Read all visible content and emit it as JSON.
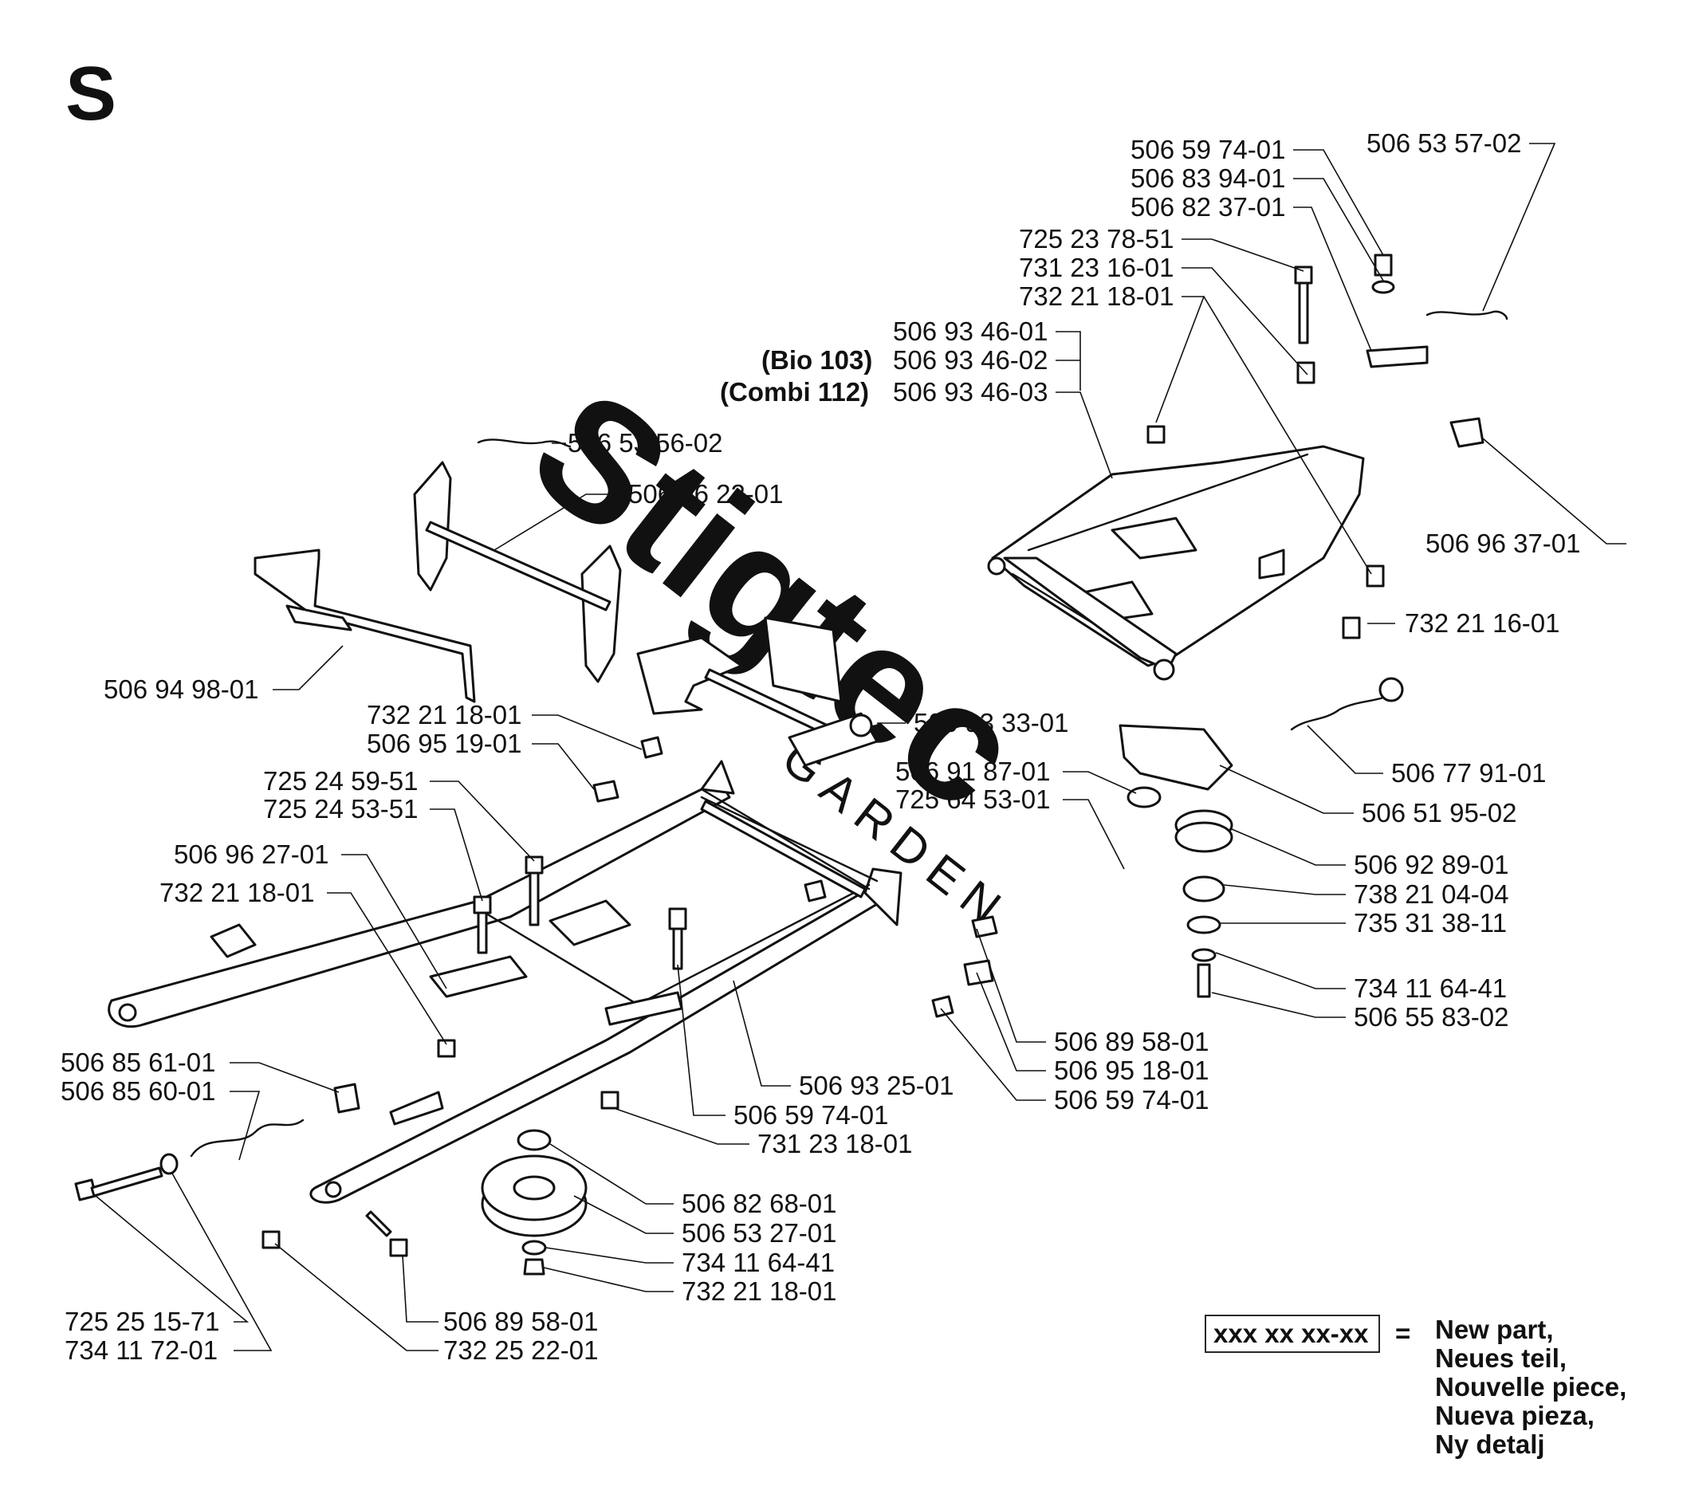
{
  "section_letter": "S",
  "watermark": {
    "brand": "Stigtec",
    "sub": "GARDEN"
  },
  "labels": [
    "506 59 74-01",
    "506 83 94-01",
    "506 82 37-01",
    "506 53 57-02",
    "725 23 78-51",
    "731 23 16-01",
    "732 21 18-01",
    "506 93 46-01",
    "506 93 46-02",
    "506 93 46-03",
    "506 53 56-02",
    "506 96 22-01",
    "506 96 37-01",
    "732 21 16-01",
    "506 94 98-01",
    "506 93 33-01",
    "732 21 18-01",
    "506 95 19-01",
    "506 77 91-01",
    "506 91 87-01",
    "725 64 53-01",
    "506 51 95-02",
    "725 24 59-51",
    "725 24 53-51",
    "506 96 27-01",
    "732 21 18-01",
    "506 92 89-01",
    "738 21 04-04",
    "735 31 38-11",
    "734 11 64-41",
    "506 55 83-02",
    "506 89 58-01",
    "506 95 18-01",
    "506 59 74-01",
    "506 85 61-01",
    "506 85 60-01",
    "506 93 25-01",
    "506 59 74-01",
    "731 23 18-01",
    "506 82 68-01",
    "506 53 27-01",
    "734 11 64-41",
    "732 21 18-01",
    "725 25 15-71",
    "734 11 72-01",
    "506 89 58-01",
    "732 25 22-01"
  ],
  "variants": {
    "bio": "(Bio 103)",
    "combi": "(Combi 112)"
  },
  "legend": {
    "sample": "xxx xx xx-xx",
    "equals": "=",
    "lines": [
      "New part,",
      "Neues teil,",
      "Nouvelle piece,",
      "Nueva pieza,",
      "Ny detalj"
    ]
  }
}
